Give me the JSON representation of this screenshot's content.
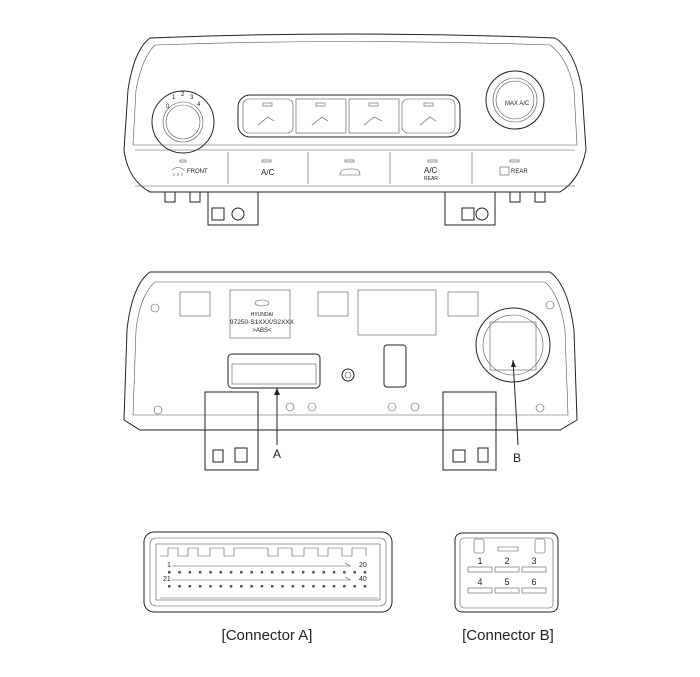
{
  "front_panel": {
    "buttons": [
      {
        "label": "FRONT",
        "icon": "front-defrost-icon"
      },
      {
        "label": "A/C"
      },
      {
        "label": "",
        "icon": "recirculation-icon"
      },
      {
        "label": "A/C",
        "sublabel": "REAR"
      },
      {
        "label": "REAR",
        "icon": "rear-defrost-icon"
      }
    ],
    "left_knob_numbers": [
      "0",
      "1",
      "2",
      "3",
      "4"
    ],
    "right_knob_label": "MAX A/C"
  },
  "rear_panel": {
    "label_brand": "HYUNDAI",
    "label_part": "97250-S1XXX/S2XXX",
    "label_material": ">ABS<",
    "callout_a": "A",
    "callout_b": "B"
  },
  "connector_a": {
    "caption": "[Connector A]",
    "pin_labels": [
      "1",
      "20",
      "21",
      "40"
    ],
    "pins_per_row": 20
  },
  "connector_b": {
    "caption": "[Connector B]",
    "pin_labels": [
      "1",
      "2",
      "3",
      "4",
      "5",
      "6"
    ]
  }
}
